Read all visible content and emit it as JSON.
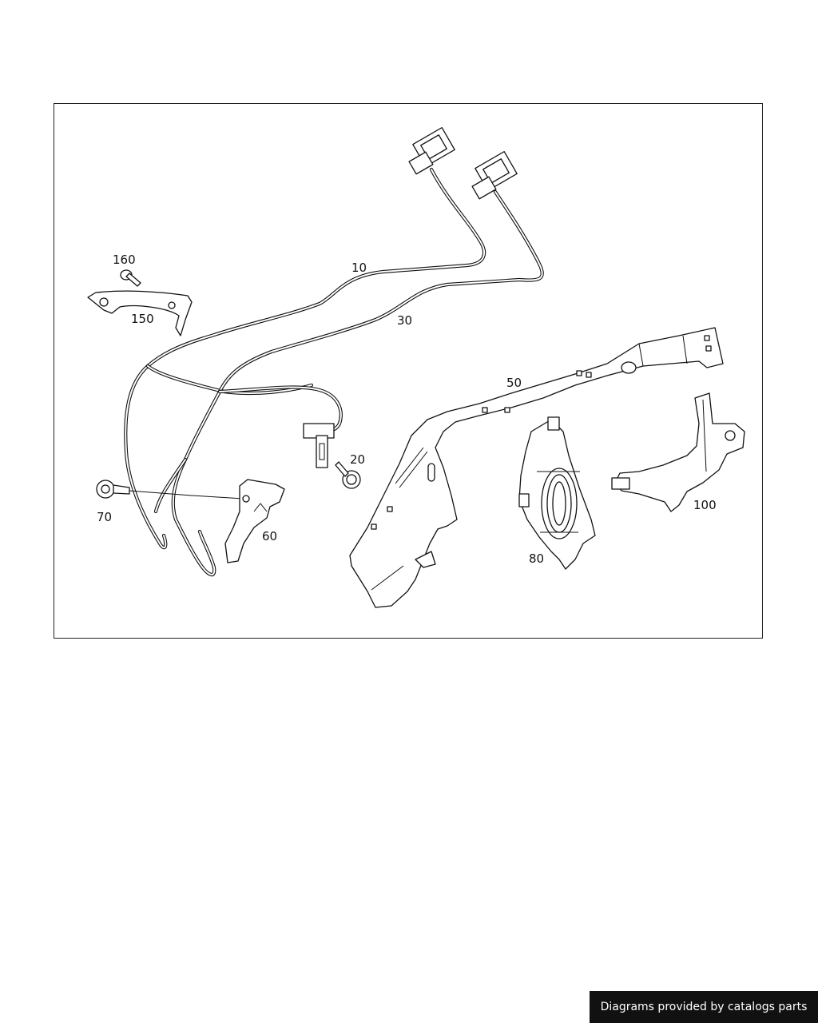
{
  "callouts": {
    "p10": "10",
    "p20": "20",
    "p30": "30",
    "p50": "50",
    "p60": "60",
    "p70": "70",
    "p80": "80",
    "p100": "100",
    "p150": "150",
    "p160": "160"
  },
  "credit": "Diagrams provided by catalogs parts"
}
